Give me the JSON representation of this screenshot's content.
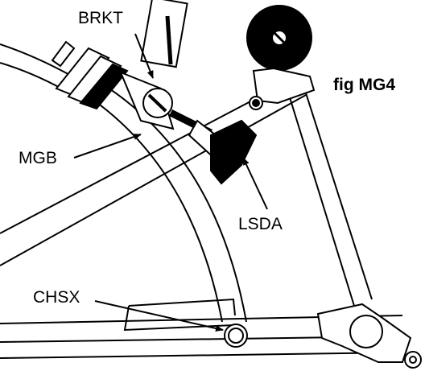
{
  "figure_label": "fig MG4",
  "callouts": {
    "brkt": "BRKT",
    "mgb": "MGB",
    "lsda": "LSDA",
    "chsx": "CHSX"
  },
  "colors": {
    "ink": "#000000",
    "paper": "#ffffff"
  }
}
